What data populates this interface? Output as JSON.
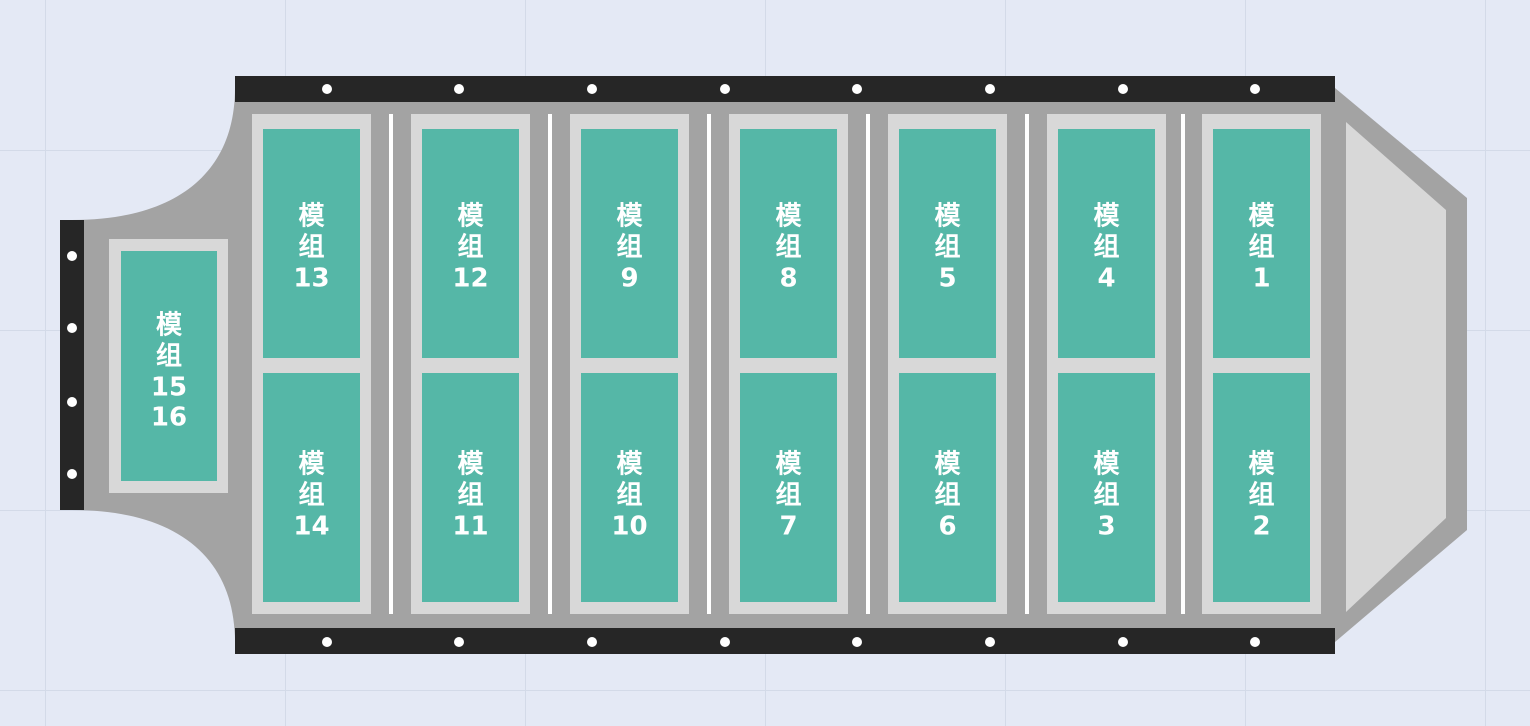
{
  "diagram": {
    "colors": {
      "background": "#e4e9f5",
      "grid": "#d3dae8",
      "frame": "#a3a3a3",
      "rail": "#262626",
      "bolt": "#ffffff",
      "tray": "#d8d8d8",
      "module": "#55b7a7",
      "module_text": "#ffffff",
      "divider": "#ffffff"
    },
    "columns": [
      {
        "top": {
          "line1": "模",
          "line2": "组",
          "number": "13"
        },
        "bottom": {
          "line1": "模",
          "line2": "组",
          "number": "14"
        }
      },
      {
        "top": {
          "line1": "模",
          "line2": "组",
          "number": "12"
        },
        "bottom": {
          "line1": "模",
          "line2": "组",
          "number": "11"
        }
      },
      {
        "top": {
          "line1": "模",
          "line2": "组",
          "number": "9"
        },
        "bottom": {
          "line1": "模",
          "line2": "组",
          "number": "10"
        }
      },
      {
        "top": {
          "line1": "模",
          "line2": "组",
          "number": "8"
        },
        "bottom": {
          "line1": "模",
          "line2": "组",
          "number": "7"
        }
      },
      {
        "top": {
          "line1": "模",
          "line2": "组",
          "number": "5"
        },
        "bottom": {
          "line1": "模",
          "line2": "组",
          "number": "6"
        }
      },
      {
        "top": {
          "line1": "模",
          "line2": "组",
          "number": "4"
        },
        "bottom": {
          "line1": "模",
          "line2": "组",
          "number": "3"
        }
      },
      {
        "top": {
          "line1": "模",
          "line2": "组",
          "number": "1"
        },
        "bottom": {
          "line1": "模",
          "line2": "组",
          "number": "2"
        }
      }
    ],
    "side_module": {
      "line1": "模",
      "line2": "组",
      "line3": "15",
      "line4": "16"
    }
  }
}
